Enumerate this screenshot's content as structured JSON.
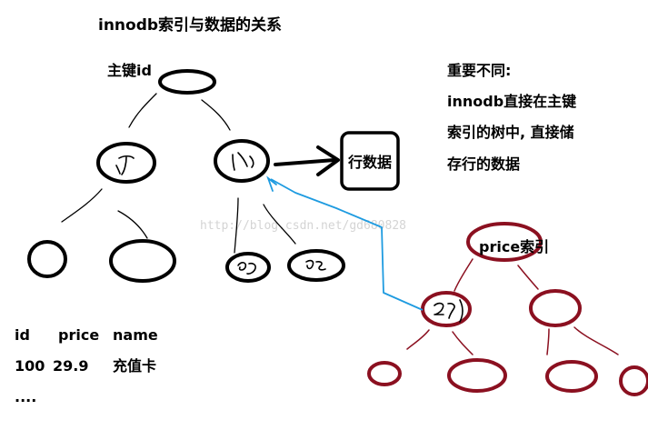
{
  "title": "innodb索引与数据的关系",
  "primary_key_label": "主键id",
  "row_data_label": "行数据",
  "note": {
    "line1": "重要不同:",
    "line2": "innodb直接在主键",
    "line3": "索引的树中, 直接储",
    "line4": "存行的数据"
  },
  "secondary_index_label": "price索引",
  "watermark": "http://blog.csdn.net/gd680828",
  "table": {
    "headers": [
      "id",
      "price",
      "name"
    ],
    "row": [
      "100",
      "29.9",
      "充值卡"
    ],
    "ellipsis": "...."
  },
  "colors": {
    "primary_tree": "#000000",
    "secondary_tree": "#8b1020",
    "pointer_arrow": "#1e9be0"
  }
}
